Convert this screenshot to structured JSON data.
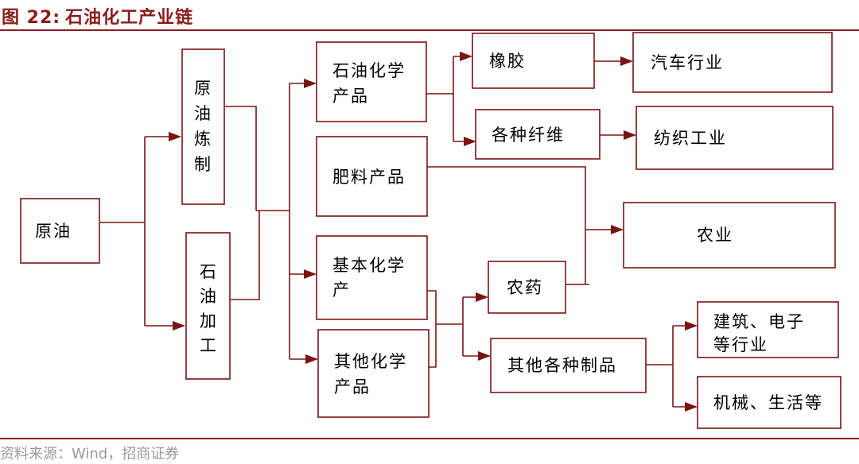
{
  "figure": {
    "number": "图 22:",
    "title": "石油化工产业链",
    "source": "资料来源：Wind，招商证券"
  },
  "nodes": {
    "crude_oil": [
      "原油"
    ],
    "refining": [
      "原",
      "油",
      "炼",
      "制"
    ],
    "processing": [
      "石",
      "油",
      "加",
      "工"
    ],
    "petrochemical": [
      "石油化学",
      "产品"
    ],
    "fertilizer": [
      "肥料产品"
    ],
    "basic_chemical": [
      "基本化学",
      "产"
    ],
    "other_chemical": [
      "其他化学",
      "产品"
    ],
    "rubber": [
      "橡胶"
    ],
    "fiber": [
      "各种纤维"
    ],
    "pesticide": [
      "农药"
    ],
    "other_products": [
      "其他各种制品"
    ],
    "auto": [
      "汽车行业"
    ],
    "textile": [
      "纺织工业"
    ],
    "agriculture": [
      "农业"
    ],
    "construction": [
      "建筑、电子",
      "等行业"
    ],
    "machinery": [
      "机械、生活等"
    ]
  }
}
